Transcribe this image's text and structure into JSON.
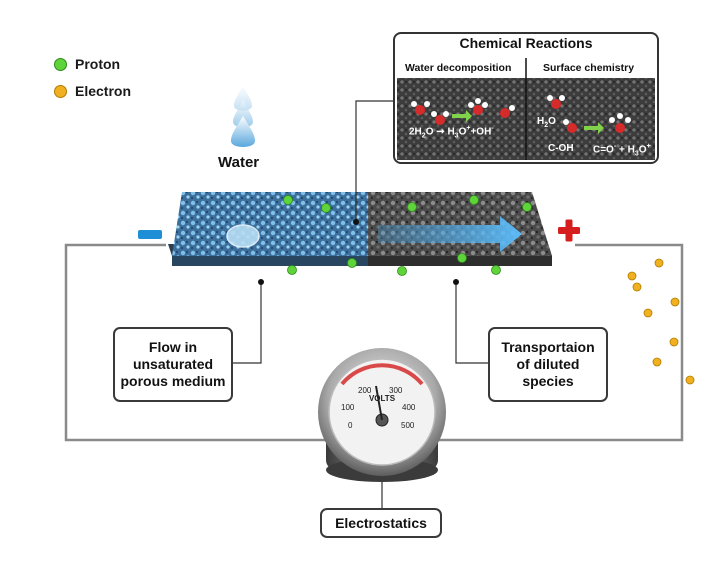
{
  "legend": {
    "proton": {
      "label": "Proton",
      "color": "#5fd33a"
    },
    "electron": {
      "label": "Electron",
      "color": "#f0b020"
    }
  },
  "water_label": "Water",
  "chemical_reactions": {
    "title": "Chemical Reactions",
    "panel_left": {
      "title": "Water decomposition",
      "reactant": "2H",
      "reactant_sub": "2",
      "reactant_tail": "O",
      "product1": "H",
      "product1_sub": "3",
      "product1_mid": "O",
      "product1_sup": "+",
      "plus": "+",
      "product2": "OH",
      "product2_sup": "-"
    },
    "panel_right": {
      "title": "Surface chemistry",
      "h2o": "H",
      "h2o_sub": "2",
      "h2o_tail": "O",
      "c_oh": "C-OH",
      "product1": "C=O",
      "product1_sup": "-",
      "plus": "+",
      "product2": "H",
      "product2_sub": "3",
      "product2_mid": "O",
      "product2_sup": "+"
    }
  },
  "labels": {
    "flow": "Flow in unsaturated porous medium",
    "transport": "Transportaion of diluted species",
    "electrostatics": "Electrostatics"
  },
  "voltmeter": {
    "unit": "VOLTS",
    "ticks": [
      "0",
      "100",
      "200",
      "300",
      "400",
      "500"
    ]
  },
  "terminals": {
    "negative": "−",
    "positive": "+"
  },
  "colors": {
    "negative": "#1e8fd6",
    "positive": "#d61e1e",
    "wire": "#8a8a8a"
  }
}
